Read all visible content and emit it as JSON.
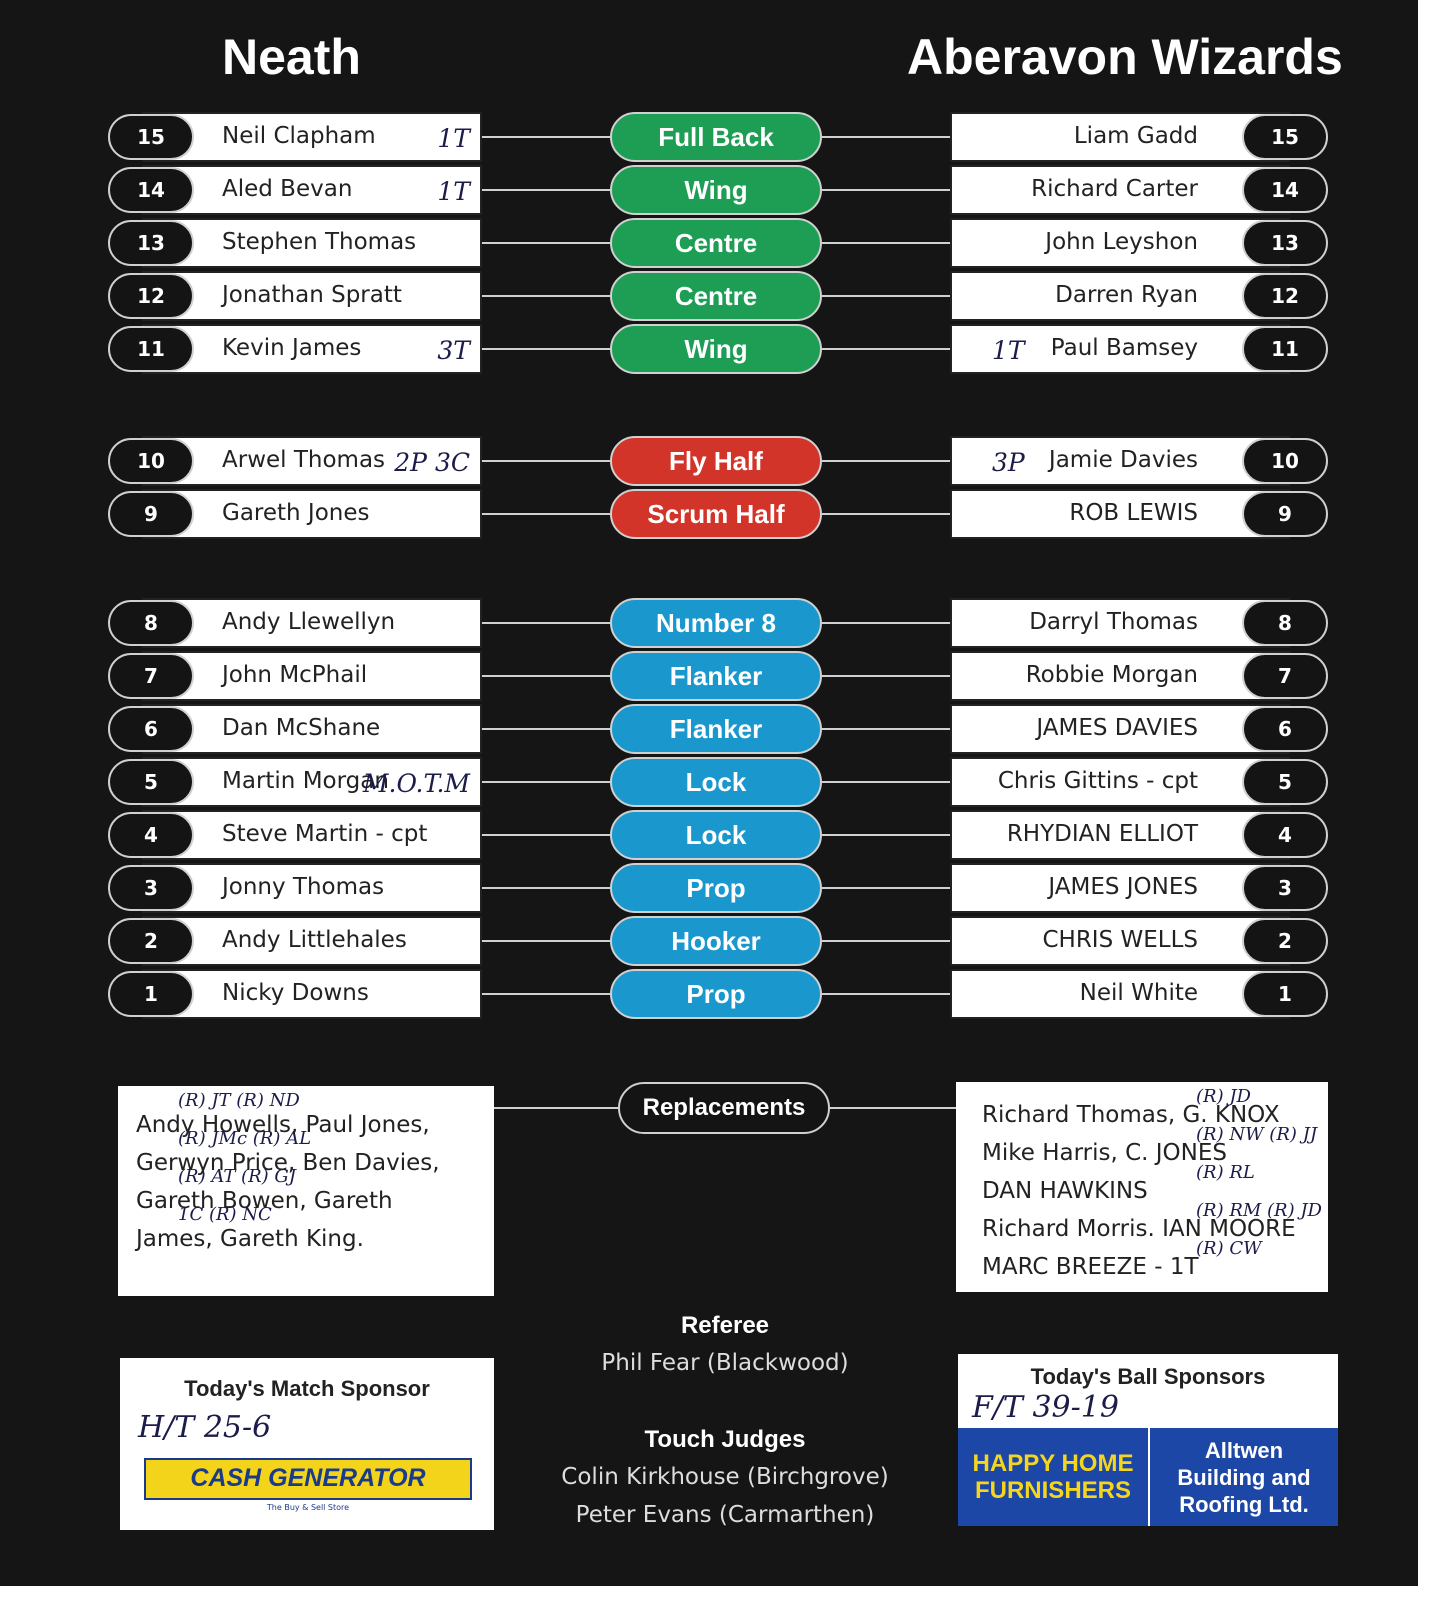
{
  "home": {
    "team": "Neath",
    "players": [
      {
        "num": "15",
        "name": "Neil Clapham",
        "note": "1T"
      },
      {
        "num": "14",
        "name": "Aled Bevan",
        "note": "1T"
      },
      {
        "num": "13",
        "name": "Stephen Thomas",
        "note": ""
      },
      {
        "num": "12",
        "name": "Jonathan Spratt",
        "note": ""
      },
      {
        "num": "11",
        "name": "Kevin James",
        "note": "3T"
      },
      {
        "num": "10",
        "name": "Arwel Thomas",
        "note": "2P 3C"
      },
      {
        "num": "9",
        "name": "Gareth Jones",
        "note": ""
      },
      {
        "num": "8",
        "name": "Andy Llewellyn",
        "note": ""
      },
      {
        "num": "7",
        "name": "John McPhail",
        "note": ""
      },
      {
        "num": "6",
        "name": "Dan McShane",
        "note": ""
      },
      {
        "num": "5",
        "name": "Martin Morgan",
        "note": "M.O.T.M"
      },
      {
        "num": "4",
        "name": "Steve Martin - cpt",
        "note": ""
      },
      {
        "num": "3",
        "name": "Jonny Thomas",
        "note": ""
      },
      {
        "num": "2",
        "name": "Andy Littlehales",
        "note": ""
      },
      {
        "num": "1",
        "name": "Nicky Downs",
        "note": ""
      }
    ],
    "replacements": "Andy Howells, Paul Jones,\nGerwyn Price, Ben Davies,\nGareth Bowen, Gareth\nJames, Gareth King.",
    "replacement_notes": "(R) JT        (R) ND\n(R) JMc     (R) AL\n(R) AT       (R) GJ\n1C          (R) NC"
  },
  "away": {
    "team": "Aberavon Wizards",
    "players": [
      {
        "num": "15",
        "name": "Liam Gadd",
        "note": ""
      },
      {
        "num": "14",
        "name": "Richard Carter",
        "note": ""
      },
      {
        "num": "13",
        "name": "John Leyshon",
        "note": ""
      },
      {
        "num": "12",
        "name": "Darren Ryan",
        "note": ""
      },
      {
        "num": "11",
        "name": "Paul Bamsey",
        "note": "1T"
      },
      {
        "num": "10",
        "name": "Jamie Davies",
        "note": "3P"
      },
      {
        "num": "9",
        "name": "ROB LEWIS",
        "note": ""
      },
      {
        "num": "8",
        "name": "Darryl Thomas",
        "note": ""
      },
      {
        "num": "7",
        "name": "Robbie Morgan",
        "note": ""
      },
      {
        "num": "6",
        "name": "JAMES DAVIES",
        "note": ""
      },
      {
        "num": "5",
        "name": "Chris Gittins - cpt",
        "note": ""
      },
      {
        "num": "4",
        "name": "RHYDIAN ELLIOT",
        "note": ""
      },
      {
        "num": "3",
        "name": "JAMES JONES",
        "note": ""
      },
      {
        "num": "2",
        "name": "CHRIS WELLS",
        "note": ""
      },
      {
        "num": "1",
        "name": "Neil White",
        "note": ""
      }
    ],
    "replacements": "Richard Thomas, G. KNOX\nMike Harris, C. JONES\nDAN HAWKINS\nRichard Morris. IAN MOORE\nMARC BREEZE - 1T",
    "replacement_notes": "(R) JD\n(R) NW    (R) JJ\n(R) RL\n(R) RM        (R) JD\n(R) CW"
  },
  "positions": [
    {
      "label": "Full Back",
      "color": "green"
    },
    {
      "label": "Wing",
      "color": "green"
    },
    {
      "label": "Centre",
      "color": "green"
    },
    {
      "label": "Centre",
      "color": "green"
    },
    {
      "label": "Wing",
      "color": "green"
    },
    {
      "label": "Fly Half",
      "color": "red"
    },
    {
      "label": "Scrum Half",
      "color": "red"
    },
    {
      "label": "Number 8",
      "color": "blue"
    },
    {
      "label": "Flanker",
      "color": "blue"
    },
    {
      "label": "Flanker",
      "color": "blue"
    },
    {
      "label": "Lock",
      "color": "blue"
    },
    {
      "label": "Lock",
      "color": "blue"
    },
    {
      "label": "Prop",
      "color": "blue"
    },
    {
      "label": "Hooker",
      "color": "blue"
    },
    {
      "label": "Prop",
      "color": "blue"
    }
  ],
  "replacements_label": "Replacements",
  "officials": {
    "referee_label": "Referee",
    "referee": "Phil Fear (Blackwood)",
    "touch_label": "Touch Judges",
    "touch1": "Colin Kirkhouse (Birchgrove)",
    "touch2": "Peter Evans (Carmarthen)"
  },
  "match_sponsor": {
    "title": "Today's Match Sponsor",
    "score_note": "H/T 25-6",
    "logo_text": "CASH GENERATOR",
    "logo_tagline": "The Buy & Sell Store"
  },
  "ball_sponsor": {
    "title": "Today's Ball Sponsors",
    "score_note": "F/T  39-19",
    "logo1": "HAPPY HOME FURNISHERS",
    "logo2": "Alltwen Building and Roofing Ltd."
  },
  "colors": {
    "green": "#1e9e55",
    "red": "#d2342a",
    "blue": "#1a98cd",
    "background": "#151515"
  }
}
